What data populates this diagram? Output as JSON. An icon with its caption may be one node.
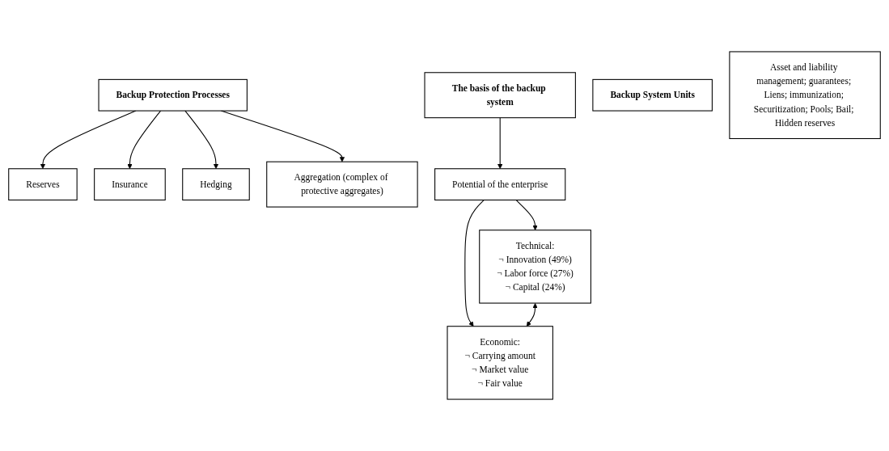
{
  "diagram": {
    "nodes": [
      {
        "text": [
          "Backup Protection Processes"
        ]
      },
      {
        "text": [
          "Reserves"
        ]
      },
      {
        "text": [
          "Insurance"
        ]
      },
      {
        "text": [
          "Hedging"
        ]
      },
      {
        "text": [
          "Aggregation (complex of protective aggregates)"
        ]
      },
      {
        "text": [
          "The basis of the backup system"
        ]
      },
      {
        "text": [
          "Potential of the enterprise"
        ]
      },
      {
        "text": [
          "Technical:",
          "¬ Innovation (49%)",
          "¬ Labor force (27%)",
          "¬ Capital (24%)"
        ]
      },
      {
        "text": [
          "Economic:",
          "¬ Carrying amount",
          "¬ Market value",
          "¬ Fair value"
        ]
      },
      {
        "text": [
          "Backup System Units"
        ]
      },
      {
        "text": [
          "Asset and liability management; guarantees; Liens; immunization; Securitization; Pools; Bail; Hidden reserves"
        ]
      }
    ],
    "edges": [
      {
        "from": 0,
        "to": 1,
        "arrow": "to"
      },
      {
        "from": 0,
        "to": 2,
        "arrow": "to"
      },
      {
        "from": 0,
        "to": 3,
        "arrow": "to"
      },
      {
        "from": 0,
        "to": 4,
        "arrow": "to"
      },
      {
        "from": 5,
        "to": 6,
        "arrow": "to"
      },
      {
        "from": 6,
        "to": 7,
        "arrow": "to"
      },
      {
        "from": 6,
        "to": 8,
        "arrow": "to"
      },
      {
        "from": 7,
        "to": 8,
        "arrow": "both"
      }
    ]
  }
}
